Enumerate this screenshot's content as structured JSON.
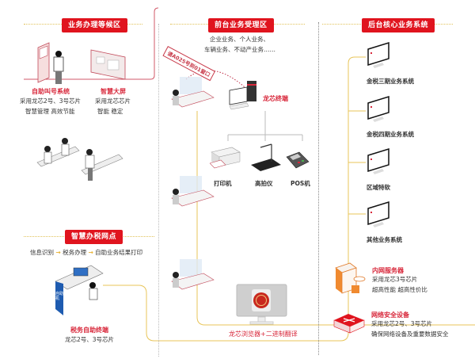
{
  "zones": {
    "waiting": {
      "title": "业务办理等候区",
      "kiosk": {
        "name": "自助叫号系统",
        "line1": "采用龙芯2号、3号芯片",
        "line2": "智慧管理 高效节能"
      },
      "screen": {
        "name": "智慧大屏",
        "line1": "采用龙芯芯片",
        "line2": "智能  稳定"
      }
    },
    "front": {
      "title": "前台业务受理区",
      "services_line1": "企业业务、个人业务、",
      "services_line2": "车辆业务、不动产业务……",
      "call_banner": "请A025号到01窗口",
      "terminal": "龙芯终端",
      "devices": [
        "打印机",
        "高拍仪",
        "POS机"
      ],
      "browser": "龙芯浏览器+二进制翻译"
    },
    "backend": {
      "title": "后台核心业务系统",
      "systems": [
        "金税三期业务系统",
        "金税四期业务系统",
        "区域特软",
        "其他业务系统"
      ],
      "server": {
        "name": "内网服务器",
        "line1": "采用龙芯3号芯片",
        "line2": "超高性能 超高性价比"
      },
      "security": {
        "name": "网络安全设备",
        "line1": "采用龙芯2号、3号芯片",
        "line2": "确保网络设备及重要数据安全"
      }
    },
    "tax_point": {
      "title": "智慧办税网点",
      "flow": [
        "信息识别",
        "税务办理",
        "自助业务结果打印"
      ],
      "arrow": "→",
      "terminal_name": "税务自助终端",
      "terminal_chips": "龙芯2号、3号芯片",
      "kiosk_side_label": "自助机"
    }
  },
  "colors": {
    "accent": "#e0141e",
    "connector": "#e8c55a",
    "red_line": "#d25a6a"
  }
}
